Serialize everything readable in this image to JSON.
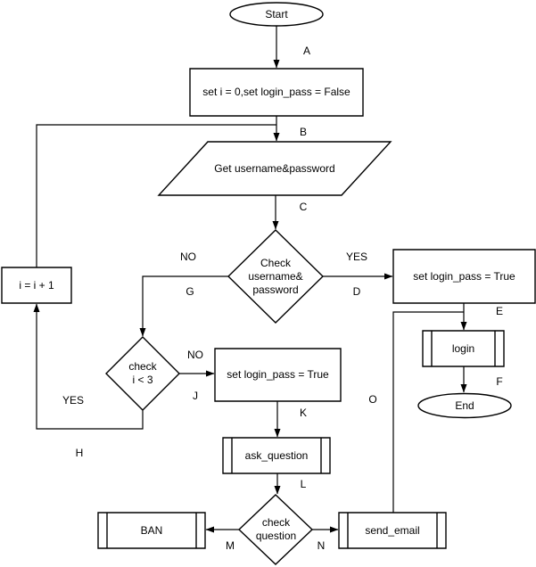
{
  "diagram": {
    "kind": "flowchart",
    "background_color": "#ffffff",
    "stroke_color": "#000000",
    "fill_color": "#ffffff",
    "nodes": {
      "start": {
        "shape": "ellipse",
        "label": "Start"
      },
      "init": {
        "shape": "rectangle",
        "label": "set i = 0,set login_pass = False"
      },
      "get_credentials": {
        "shape": "parallelogram",
        "label": "Get username&password"
      },
      "check_credentials": {
        "shape": "diamond",
        "label": "Check\nusername&\npassword"
      },
      "set_pass_true_right": {
        "shape": "rectangle",
        "label": "set login_pass = True"
      },
      "login": {
        "shape": "predefined-process",
        "label": "login"
      },
      "end": {
        "shape": "ellipse",
        "label": "End"
      },
      "increment": {
        "shape": "rectangle",
        "label": "i = i + 1"
      },
      "check_attempts": {
        "shape": "diamond",
        "label": "check\ni < 3"
      },
      "set_pass_true_mid": {
        "shape": "rectangle",
        "label": "set login_pass = True"
      },
      "ask_question": {
        "shape": "predefined-process",
        "label": "ask_question"
      },
      "check_question": {
        "shape": "diamond",
        "label": "check\nquestion"
      },
      "ban": {
        "shape": "predefined-process",
        "label": "BAN"
      },
      "send_email": {
        "shape": "predefined-process",
        "label": "send_email"
      }
    },
    "edge_labels": {
      "a": "A",
      "b": "B",
      "c": "C",
      "d": "D",
      "e": "E",
      "f": "F",
      "g": "G",
      "h": "H",
      "j": "J",
      "k": "K",
      "l": "L",
      "m": "M",
      "n": "N",
      "o": "O",
      "yes_right": "YES",
      "no_left": "NO",
      "no_mid": "NO",
      "yes_loop": "YES"
    }
  }
}
